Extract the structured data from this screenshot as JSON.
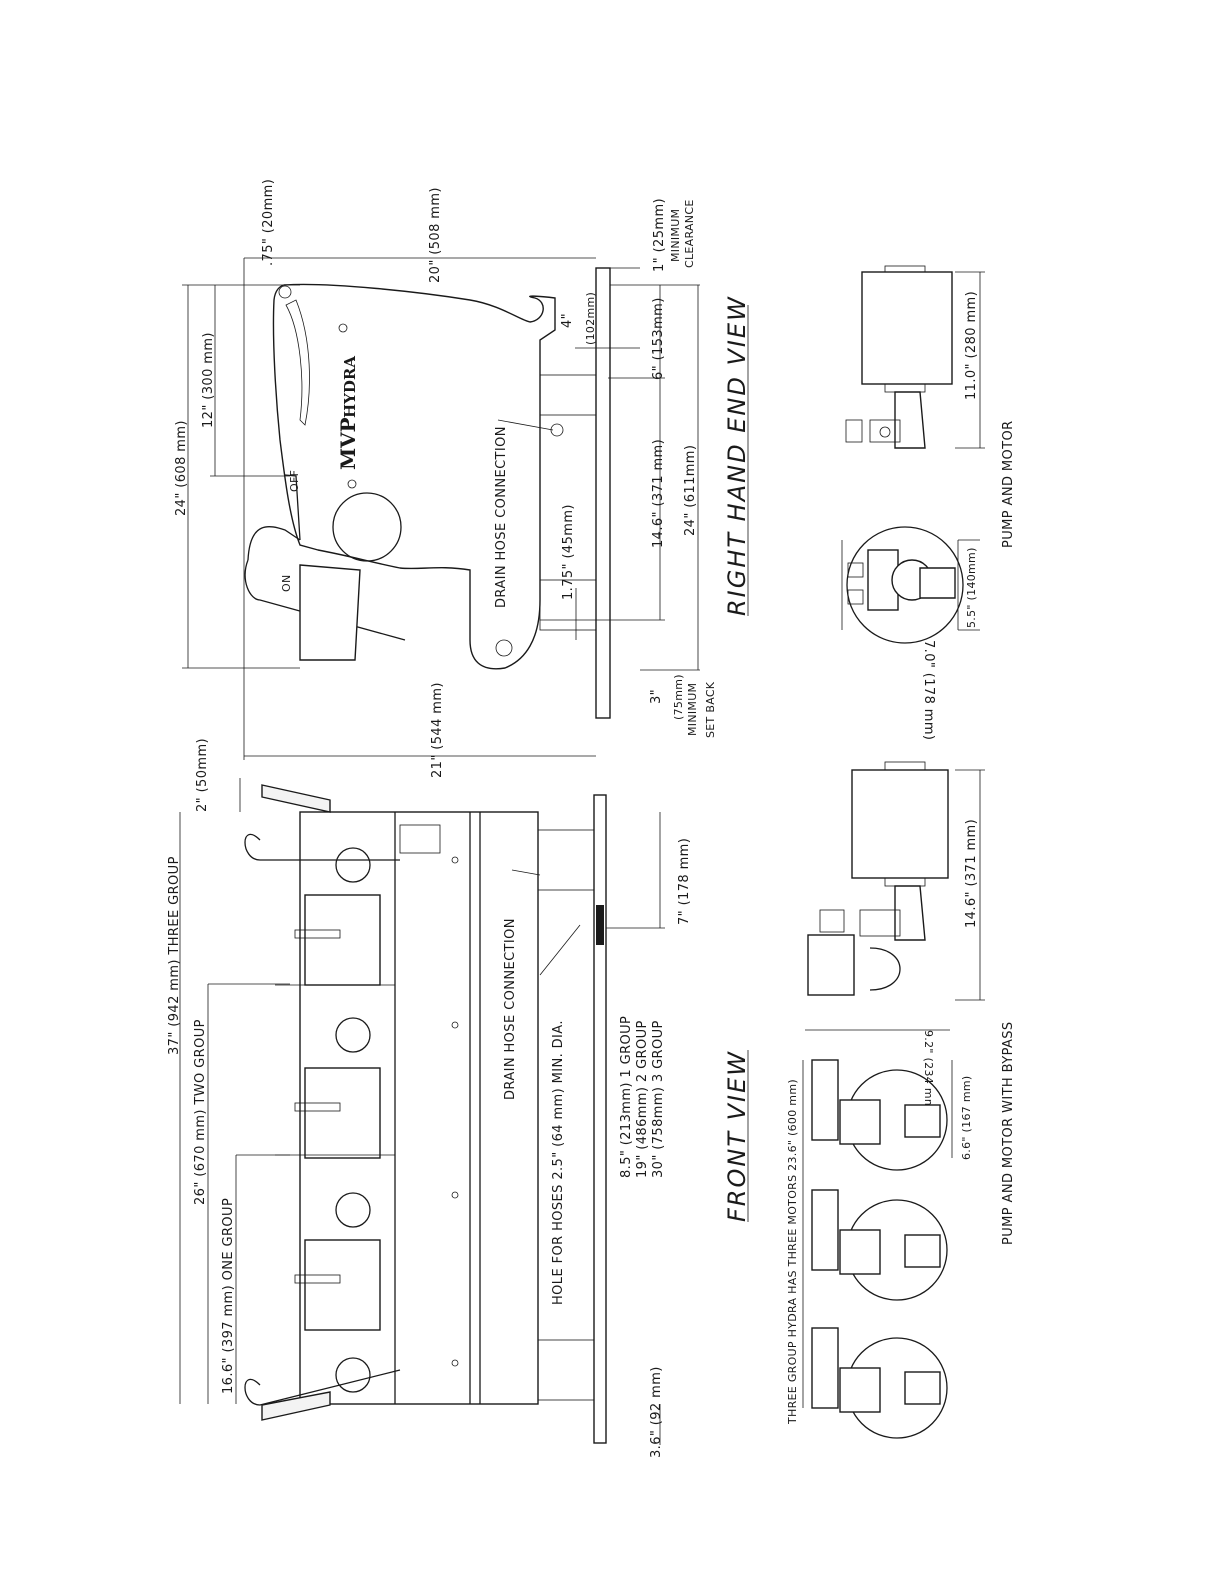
{
  "titles": {
    "right_view": "RIGHT HAND END VIEW",
    "front_view": "FRONT VIEW"
  },
  "brand": {
    "name": "MVP",
    "model": "HYDRA"
  },
  "switch_labels": {
    "off": "OFF",
    "on": "ON"
  },
  "right_view_dims": {
    "d075": ".75\" (20mm)",
    "d20": "20\" (508 mm)",
    "d1": "1\" (25mm)",
    "d1_note1": "MINIMUM",
    "d1_note2": "CLEARANCE",
    "d24_total": "24\" (608 mm)",
    "d12": "12\" (300 mm)",
    "d4": "4\"",
    "d4_mm": "(102mm)",
    "d6": "6\" (153mm)",
    "d146": "14.6\" (371 mm)",
    "d24_depth": "24\" (611mm)",
    "d175": "1.75\" (45mm)",
    "drain": "DRAIN HOSE CONNECTION",
    "d3": "3\"",
    "d3_mm": "(75mm)",
    "d3_note1": "MINIMUM",
    "d3_note2": "SET BACK",
    "d21": "21\" (544 mm)"
  },
  "front_view_dims": {
    "d2": "2\" (50mm)",
    "d37": "37\" (942 mm) THREE GROUP",
    "d26": "26\" (670 mm) TWO GROUP",
    "d166": "16.6\" (397 mm) ONE GROUP",
    "d36": "3.6\" (92 mm)",
    "d7": "7\" (178 mm)",
    "drain": "DRAIN HOSE CONNECTION",
    "hole": "HOLE FOR HOSES 2.5\" (64 mm) MIN. DIA.",
    "group1": "8.5\" (213mm) 1 GROUP",
    "group2": "19\" (486mm) 2 GROUP",
    "group3": "30\" (758mm) 3 GROUP"
  },
  "pump_motor": {
    "d110": "11.0\" (280 mm)",
    "d70": "7.0\" (178 mm)",
    "d55": "5.5\" (140mm)",
    "caption": "PUMP AND MOTOR"
  },
  "pump_bypass": {
    "d146": "14.6\" (371 mm)",
    "d92": "9.2\" (234 mm)",
    "d66": "6.6\" (167 mm)",
    "d236": "THREE GROUP HYDRA HAS THREE MOTORS 23.6\" (600 mm)",
    "caption": "PUMP AND MOTOR WITH BYPASS"
  }
}
